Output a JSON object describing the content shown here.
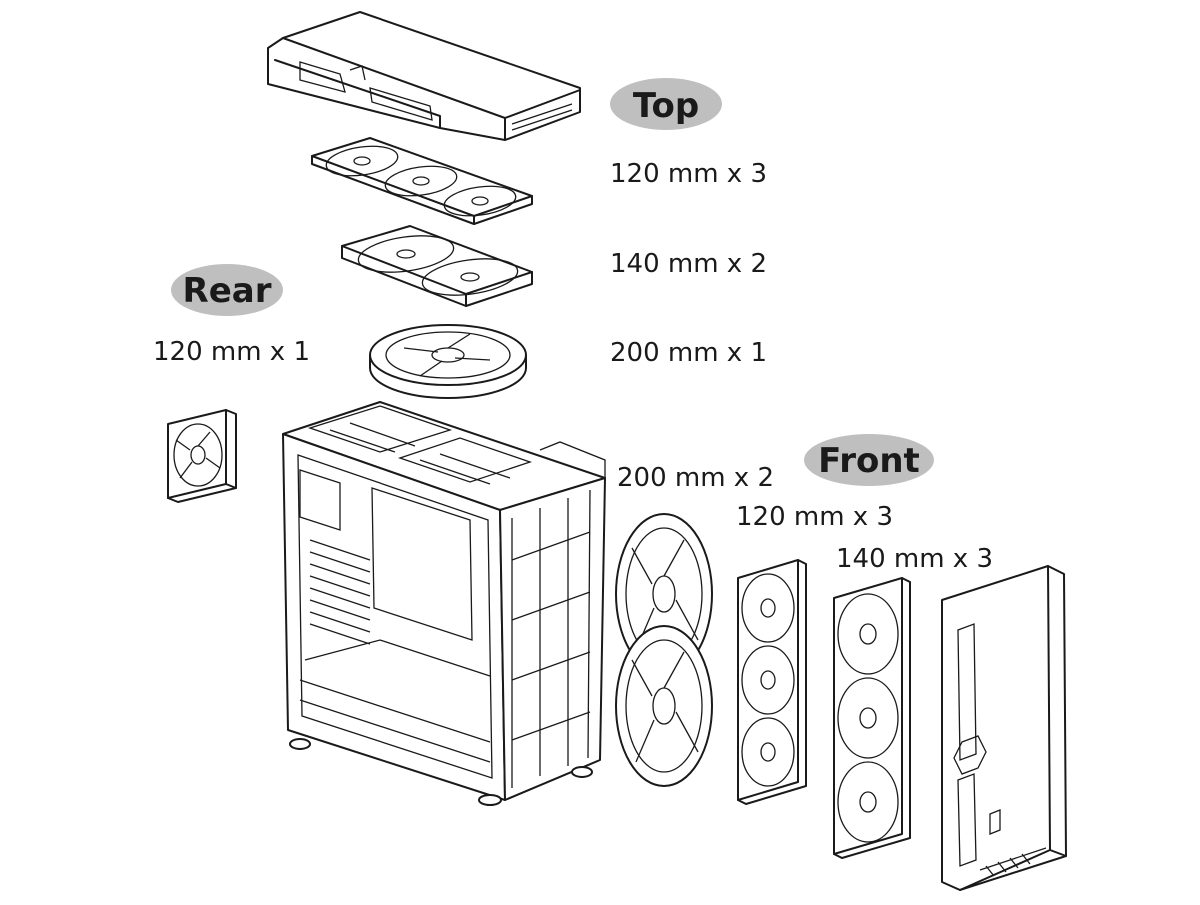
{
  "sections": {
    "top": {
      "label": "Top",
      "color": "#bfbfbf",
      "specs": [
        "120 mm x 3",
        "140 mm x 2",
        "200 mm x 1"
      ]
    },
    "rear": {
      "label": "Rear",
      "color": "#bfbfbf",
      "specs": [
        "120 mm x 1"
      ]
    },
    "front": {
      "label": "Front",
      "color": "#bfbfbf",
      "specs": [
        "200 mm x 2",
        "120 mm x 3",
        "140 mm x 3"
      ]
    }
  },
  "icons": [
    "top-panel-icon",
    "fan-icon",
    "chassis-icon",
    "front-panel-icon"
  ]
}
